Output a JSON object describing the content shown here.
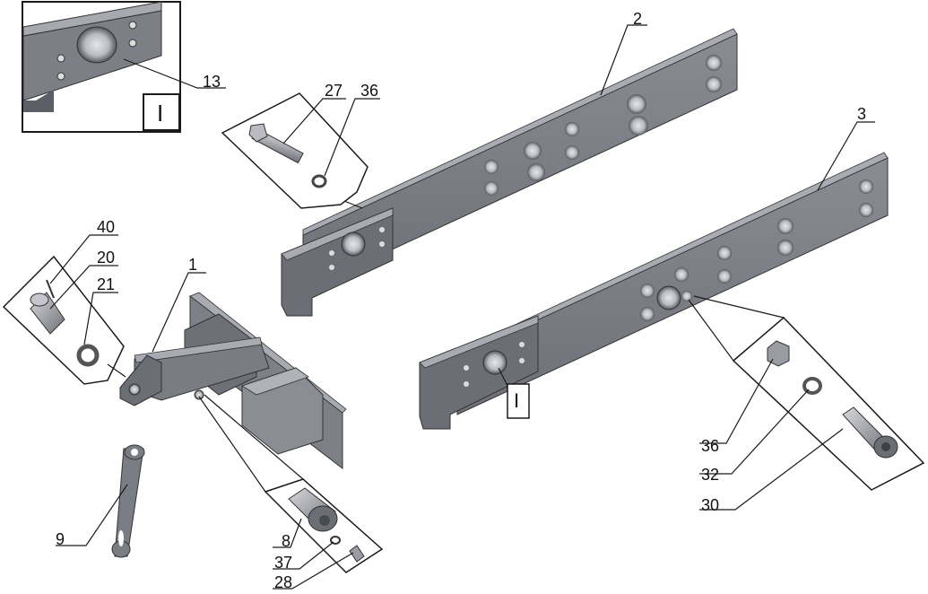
{
  "callouts": {
    "c13": "13",
    "c2": "2",
    "c27": "27",
    "c36a": "36",
    "c3": "3",
    "c40": "40",
    "c20": "20",
    "c21": "21",
    "c1": "1",
    "c36b": "36",
    "c32": "32",
    "c30": "30",
    "c9": "9",
    "c8": "8",
    "c37": "37",
    "c28": "28"
  },
  "view_marker": "I",
  "colors": {
    "part_face": "#7b7d85",
    "part_top": "#a3a5ad",
    "part_dark": "#55575e",
    "line": "#1a1a1a"
  }
}
